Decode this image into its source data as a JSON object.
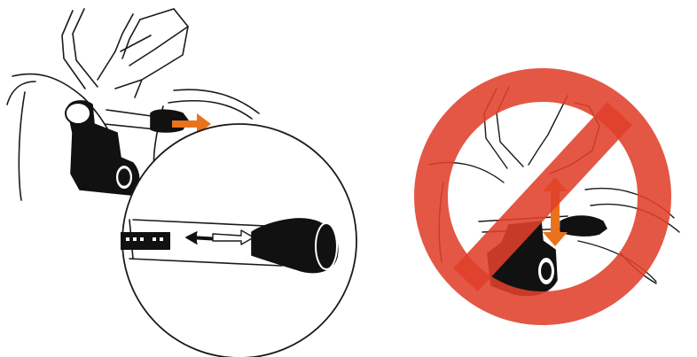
{
  "panels": [
    {
      "id": "correct-removal",
      "arrow_direction": "horizontal"
    },
    {
      "id": "prohibited-removal",
      "arrow_direction": "vertical"
    }
  ],
  "colors": {
    "line": "#1a1a1a",
    "device": "#111111",
    "accent_arrow": "#e8731c",
    "prohibition": "#e0402a",
    "background": "#ffffff"
  },
  "icons": [
    "dashcam-icon",
    "tool-handle-icon",
    "pull-arrow-icon",
    "prohibition-icon"
  ]
}
